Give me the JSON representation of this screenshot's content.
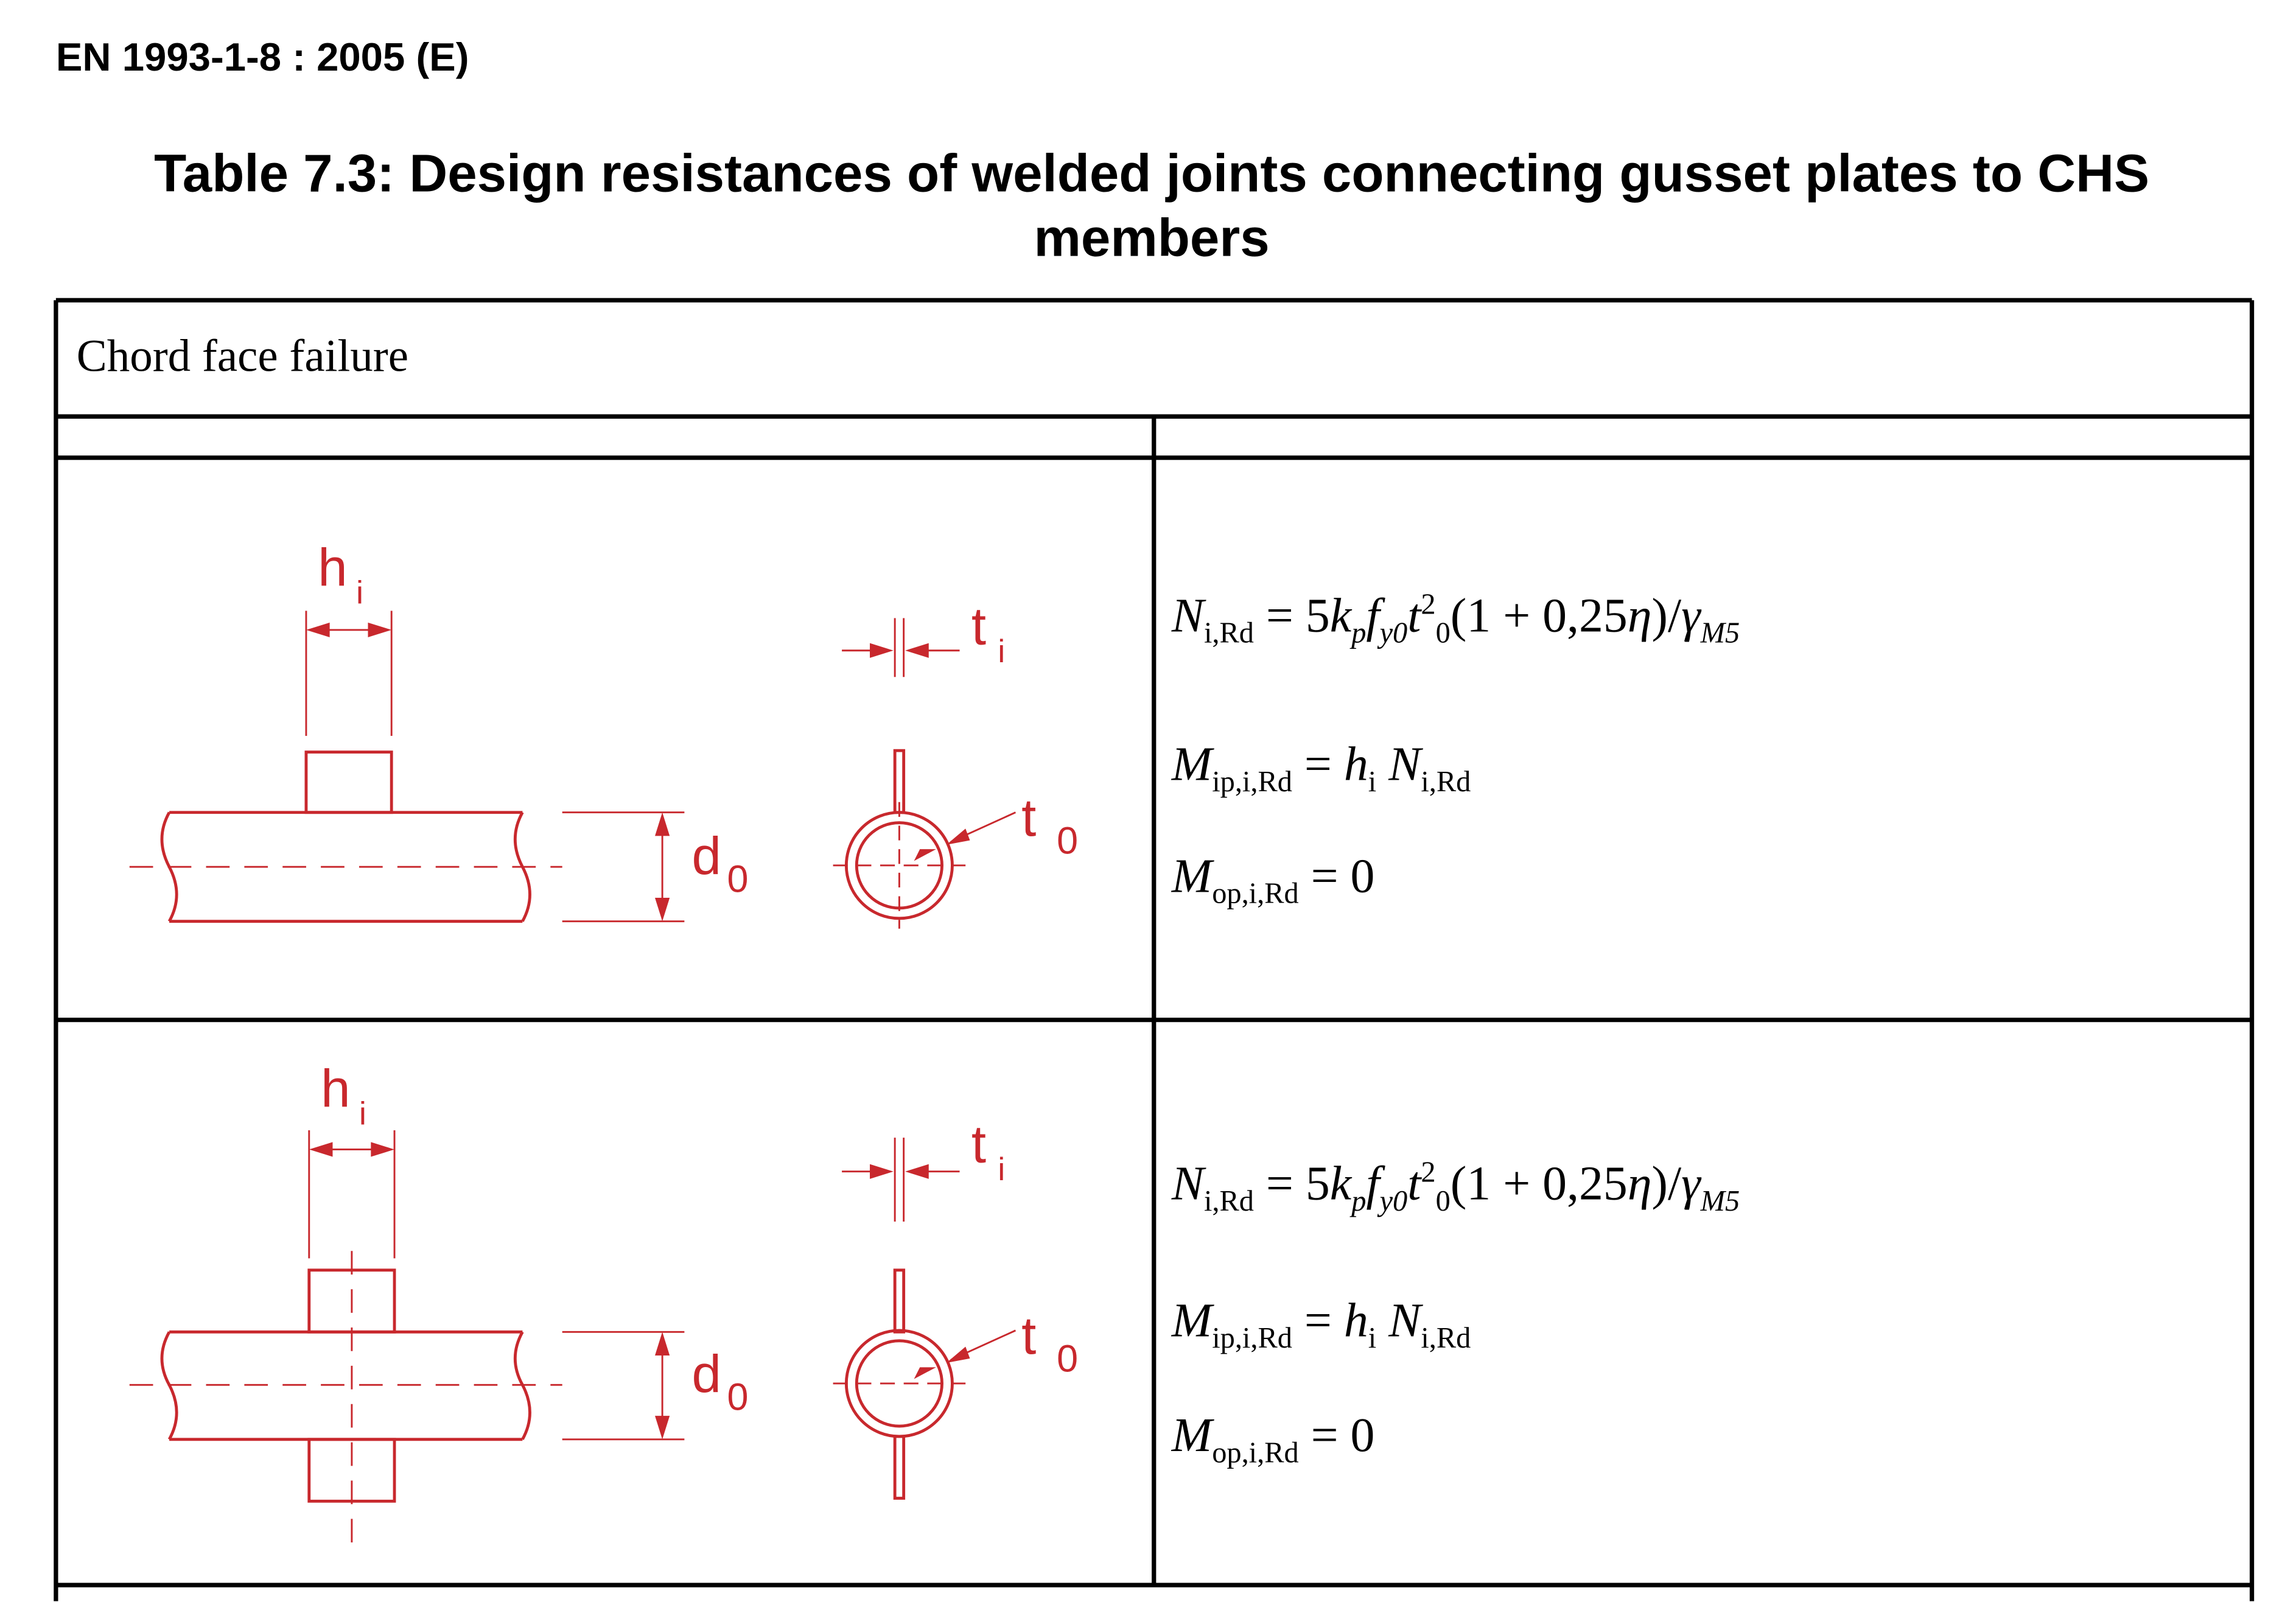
{
  "header": {
    "document_ref": "EN 1993-1-8 : 2005 (E)"
  },
  "table": {
    "title": "Table 7.3: Design resistances of welded joints connecting gusset plates to CHS members",
    "section_heading": "Chord face failure",
    "colors": {
      "drawing": "#c8282d",
      "rules": "#000000"
    },
    "rows": [
      {
        "labels": {
          "plate_height": "h",
          "plate_height_sub": "i",
          "plate_thick": "t",
          "plate_thick_sub": "i",
          "chord_dia": "d",
          "chord_dia_sub": "0",
          "chord_thick": "t",
          "chord_thick_sub": "0"
        },
        "formulas": {
          "n": {
            "lhs": "N",
            "lhs_sub": "i,Rd",
            "eq": " = ",
            "rhs_a": "5",
            "k": "k",
            "k_sub": "p",
            "f": "f",
            "f_sub": "y0",
            "t": "t",
            "t_sup": "2",
            "t_sub": "0",
            "paren": "(1 + 0,25",
            "eta": "η",
            "close": ")/",
            "gamma": "γ",
            "gamma_sub": "M5"
          },
          "mip": {
            "lhs": "M",
            "lhs_sub": "ip,i,Rd",
            "eq": " = ",
            "h": "h",
            "h_sub": "i",
            "n": " N",
            "n_sub": "i,Rd"
          },
          "mop": {
            "lhs": "M",
            "lhs_sub": "op,i,Rd",
            "rhs": " = 0"
          }
        }
      },
      {
        "labels": {
          "plate_height": "h",
          "plate_height_sub": "i",
          "plate_thick": "t",
          "plate_thick_sub": "i",
          "chord_dia": "d",
          "chord_dia_sub": "0",
          "chord_thick": "t",
          "chord_thick_sub": "0"
        },
        "formulas": {
          "n": {
            "lhs": "N",
            "lhs_sub": "i,Rd",
            "eq": " = ",
            "rhs_a": "5",
            "k": "k",
            "k_sub": "p",
            "f": "f",
            "f_sub": "y0",
            "t": "t",
            "t_sup": "2",
            "t_sub": "0",
            "paren": "(1 + 0,25",
            "eta": "η",
            "close": ")/",
            "gamma": "γ",
            "gamma_sub": "M5"
          },
          "mip": {
            "lhs": "M",
            "lhs_sub": "ip,i,Rd",
            "eq": " = ",
            "h": "h",
            "h_sub": "i",
            "n": " N",
            "n_sub": "i,Rd"
          },
          "mop": {
            "lhs": "M",
            "lhs_sub": "op,i,Rd",
            "rhs": " = 0"
          }
        }
      }
    ]
  }
}
